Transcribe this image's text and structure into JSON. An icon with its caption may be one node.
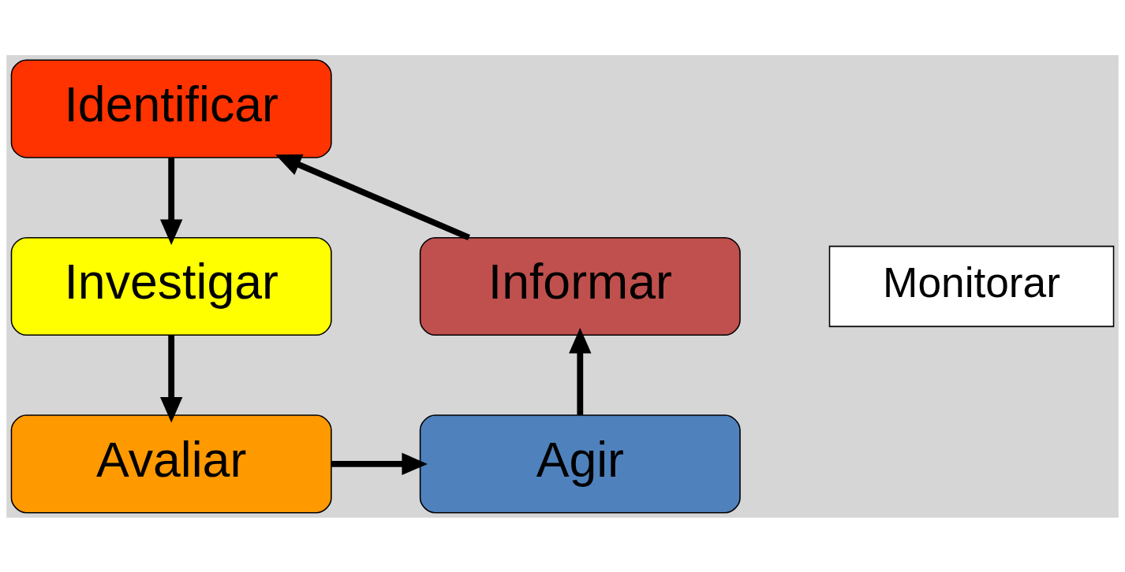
{
  "diagram": {
    "nodes": [
      {
        "text": [
          "Identificar"
        ]
      },
      {
        "text": [
          "Investigar"
        ]
      },
      {
        "text": [
          "Avaliar"
        ]
      },
      {
        "text": [
          "Agir"
        ]
      },
      {
        "text": [
          "Informar"
        ]
      },
      {
        "text": [
          "Monitorar"
        ]
      }
    ],
    "edges": [
      {
        "from": 0,
        "to": 1,
        "arrow": "to"
      },
      {
        "from": 1,
        "to": 2,
        "arrow": "to"
      },
      {
        "from": 2,
        "to": 3,
        "arrow": "to"
      },
      {
        "from": 3,
        "to": 4,
        "arrow": "to"
      },
      {
        "from": 4,
        "to": 0,
        "arrow": "to"
      }
    ]
  }
}
